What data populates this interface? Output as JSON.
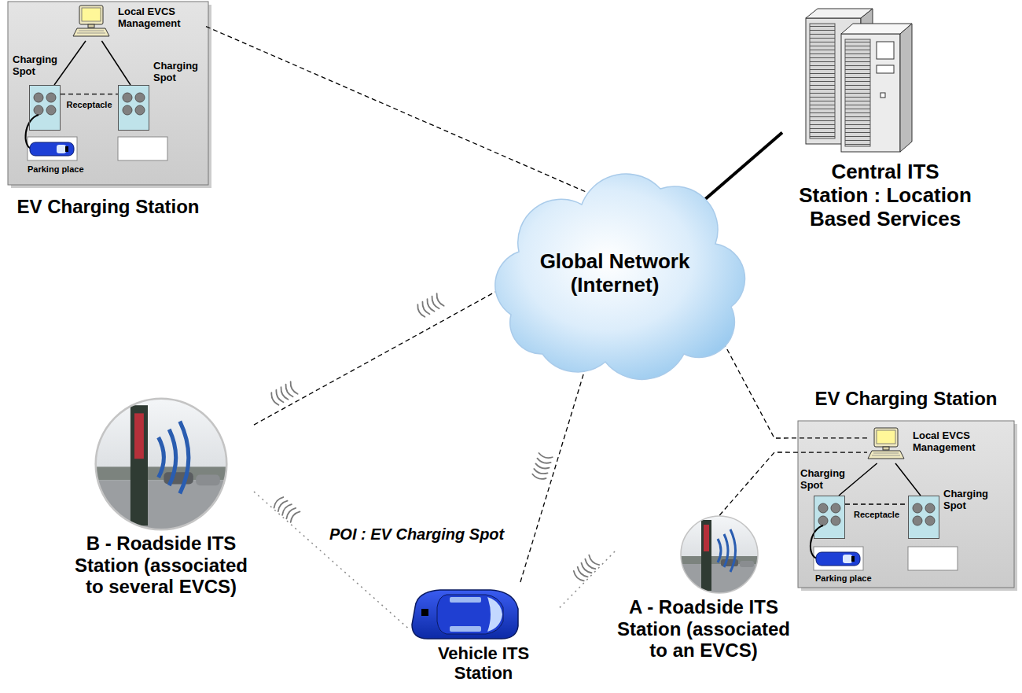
{
  "diagram": {
    "nodes": [
      {
        "text": [
          "EV Charging Station"
        ]
      },
      {
        "text": [
          "Local EVCS Management"
        ],
        "in": 0
      },
      {
        "text": [
          "Charging Spot"
        ],
        "in": 0
      },
      {
        "text": [
          "Charging Spot"
        ],
        "in": 0
      },
      {
        "text": [
          "Central ITS Station : Location Based Services"
        ]
      },
      {
        "text": [
          "Global Network (Internet)"
        ]
      },
      {
        "text": [
          "B - Roadside ITS Station (associated to several EVCS)"
        ]
      },
      {
        "text": [
          "Vehicle ITS Station"
        ]
      },
      {
        "text": [
          "A - Roadside ITS Station (associated to an EVCS)"
        ]
      },
      {
        "text": [
          "EV Charging Station"
        ]
      },
      {
        "text": [
          "Local EVCS Management"
        ],
        "in": 9
      },
      {
        "text": [
          "Charging Spot"
        ],
        "in": 9
      },
      {
        "text": [
          "Charging Spot"
        ],
        "in": 9
      }
    ],
    "edges": [
      {
        "from": 1,
        "to": 2,
        "arrow": "none"
      },
      {
        "from": 1,
        "to": 3,
        "arrow": "none"
      },
      {
        "from": 2,
        "to": 3,
        "arrow": "none"
      },
      {
        "from": 1,
        "to": 5,
        "arrow": "none"
      },
      {
        "from": 4,
        "to": 5,
        "arrow": "none"
      },
      {
        "from": 6,
        "to": 5,
        "arrow": "none"
      },
      {
        "from": 6,
        "to": 7,
        "arrow": "none"
      },
      {
        "from": 7,
        "to": 5,
        "arrow": "none"
      },
      {
        "from": 8,
        "to": 7,
        "arrow": "none"
      },
      {
        "from": 8,
        "to": 10,
        "arrow": "none"
      },
      {
        "from": 5,
        "to": 10,
        "arrow": "none"
      },
      {
        "from": 10,
        "to": 11,
        "arrow": "none"
      },
      {
        "from": 10,
        "to": 12,
        "arrow": "none"
      },
      {
        "from": 11,
        "to": 12,
        "arrow": "none"
      }
    ],
    "labels": [
      "Receptacle",
      "Parking place",
      "Receptacle",
      "Parking place",
      "POI : EV Charging Spot"
    ]
  }
}
